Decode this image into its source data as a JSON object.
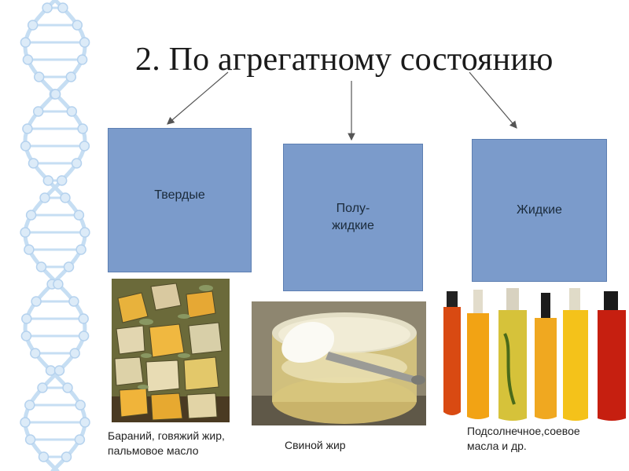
{
  "slide": {
    "title": "2. По агрегатному состоянию",
    "categories": {
      "solid": "Твердые",
      "semi_line1": "Полу-",
      "semi_line2": "жидкие",
      "liquid": "Жидкие"
    },
    "captions": {
      "solid_line1": "Бараний, говяжий жир,",
      "solid_line2": "пальмовое масло",
      "semi": "Свиной жир",
      "liquid_line1": "Подсолнечное,соевое",
      "liquid_line2": "масла и др."
    },
    "colors": {
      "box_fill": "#7b9bcb",
      "dna_strand": "#bcd7f0"
    },
    "decor": {
      "left_strip": "dna-helix",
      "photo_solid": "fat-blocks",
      "photo_semi": "lard-jar-with-spoon",
      "photo_liquid": "oil-bottles"
    }
  }
}
